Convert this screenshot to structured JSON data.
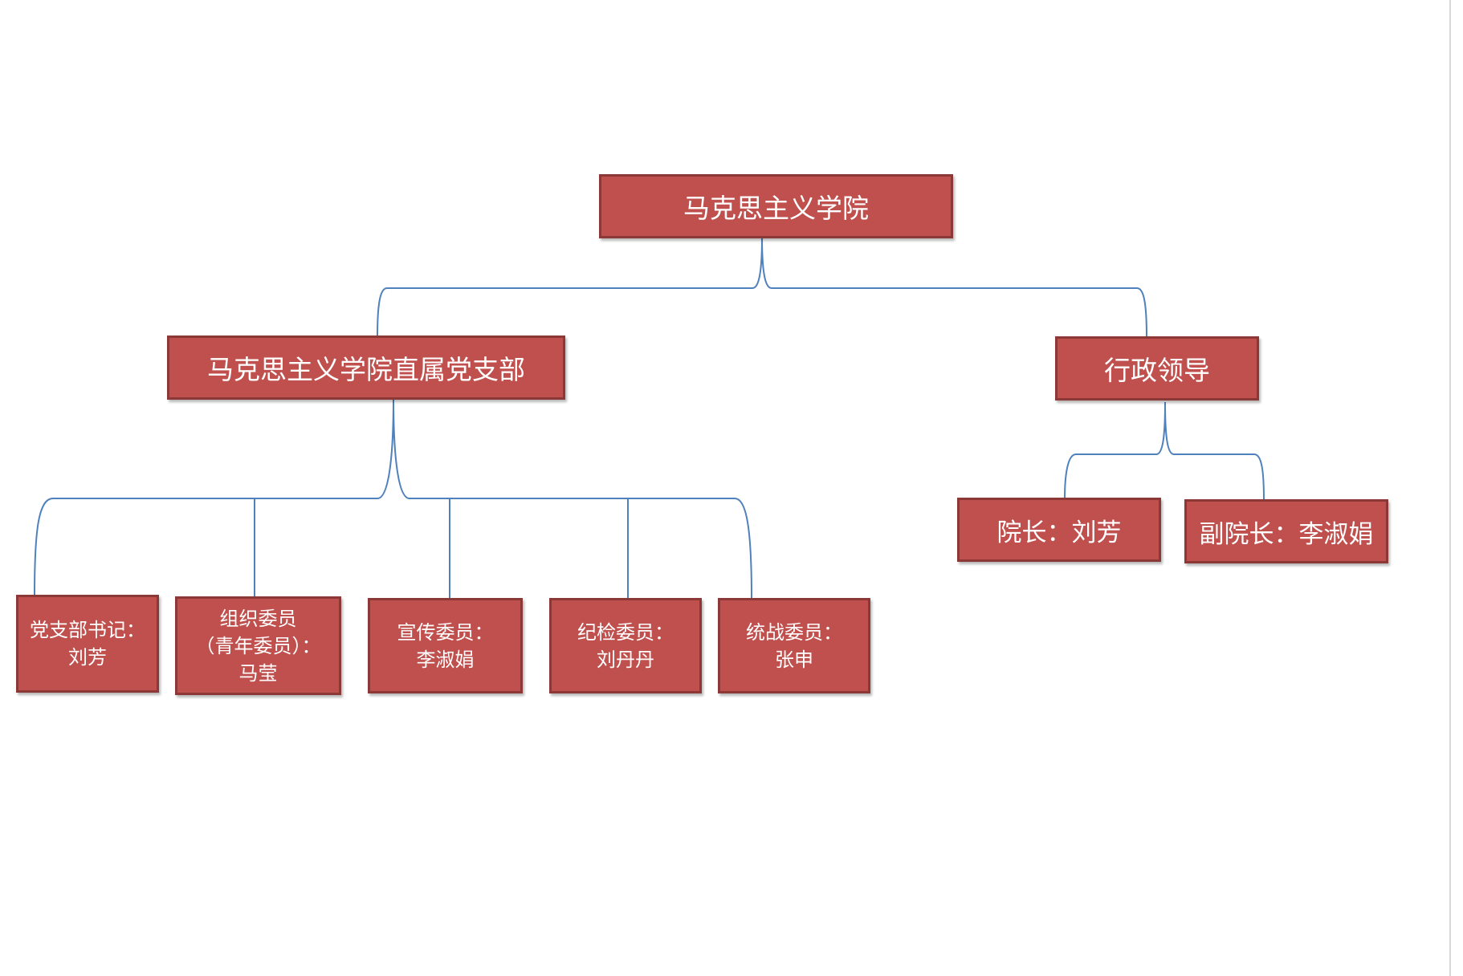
{
  "diagram": {
    "root": {
      "label": "马克思主义学院"
    },
    "party_branch": {
      "label": "马克思主义学院直属党支部"
    },
    "admin": {
      "label": "行政领导"
    },
    "dean": {
      "label": "院长：刘芳"
    },
    "vice_dean": {
      "label": "副院长：李淑娟"
    },
    "secretary": {
      "line1": "党支部书记：",
      "line2": "刘芳"
    },
    "organization": {
      "line1": "组织委员",
      "line2": "（青年委员）：",
      "line3": "马莹"
    },
    "propaganda": {
      "line1": "宣传委员：",
      "line2": "李淑娟"
    },
    "discipline": {
      "line1": "纪检委员：",
      "line2": "刘丹丹"
    },
    "united_front": {
      "line1": "统战委员：",
      "line2": "张申"
    }
  },
  "colors": {
    "box_fill": "#c0504d",
    "box_border": "#8c3836",
    "connector": "#4f81bd",
    "text": "#ffffff"
  }
}
